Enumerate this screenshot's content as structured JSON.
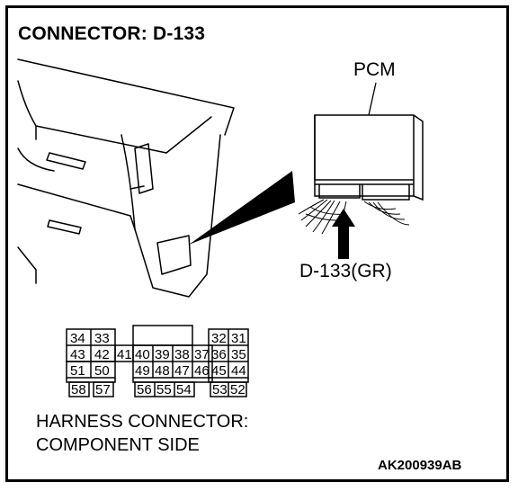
{
  "title": "CONNECTOR: D-133",
  "pcm_label": "PCM",
  "connector_label": "D-133(GR)",
  "caption_line1": "HARNESS CONNECTOR:",
  "caption_line2": "COMPONENT SIDE",
  "figure_code": "AK200939AB",
  "pins": {
    "block_left": [
      "34",
      "33",
      "43",
      "42",
      "41",
      "51",
      "50",
      "58",
      "57"
    ],
    "block_middle": [
      "40",
      "39",
      "38",
      "37",
      "49",
      "48",
      "47",
      "46",
      "56",
      "55",
      "54"
    ],
    "block_right": [
      "32",
      "31",
      "36",
      "35",
      "45",
      "44",
      "53",
      "52"
    ]
  },
  "colors": {
    "line": "#000000",
    "background": "#ffffff"
  }
}
